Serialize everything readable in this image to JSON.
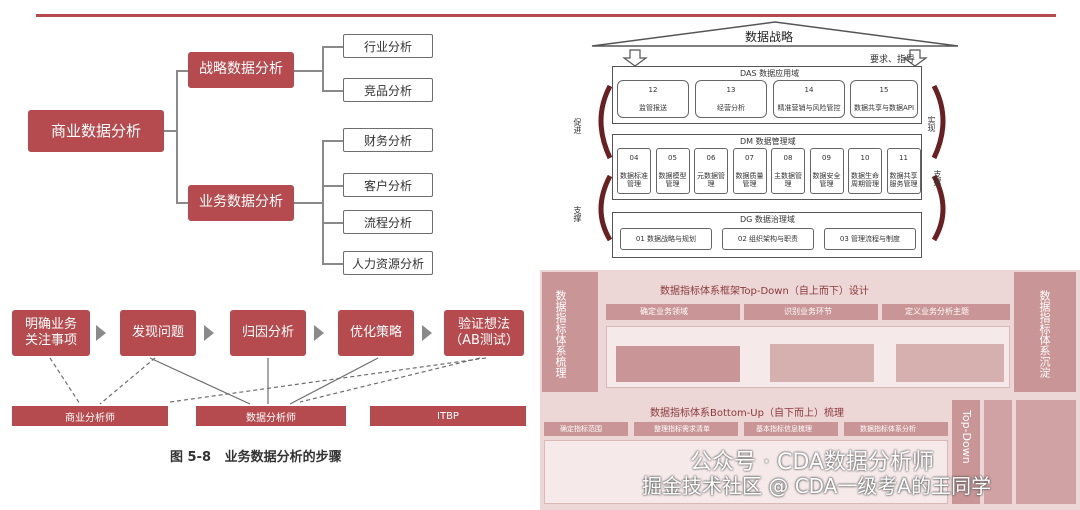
{
  "mindmap": {
    "root": "商业数据分析",
    "strategic": "战略数据分析",
    "business": "业务数据分析",
    "strategic_items": [
      "行业分析",
      "竞品分析"
    ],
    "business_items": [
      "财务分析",
      "客户分析",
      "流程分析",
      "人力资源分析"
    ]
  },
  "steps": [
    "明确业务\n关注事项",
    "发现问题",
    "归因分析",
    "优化策略",
    "验证想法\n（AB测试）"
  ],
  "roles": [
    "商业分析师",
    "数据分析师",
    "ITBP"
  ],
  "caption": "图 5-8   业务数据分析的步骤",
  "data_strategy": {
    "title": "数据战略",
    "req": "要求、指导",
    "das_title": "DAS 数据应用域",
    "das_items": [
      {
        "num": "12",
        "label": "监管报送"
      },
      {
        "num": "13",
        "label": "经营分析"
      },
      {
        "num": "14",
        "label": "精准营销与风险管控"
      },
      {
        "num": "15",
        "label": "数据共享与数据API"
      }
    ],
    "dm_title": "DM 数据管理域",
    "dm_items": [
      {
        "num": "04",
        "label": "数据标准\n管理"
      },
      {
        "num": "05",
        "label": "数据模型\n管理"
      },
      {
        "num": "06",
        "label": "元数据管\n理"
      },
      {
        "num": "07",
        "label": "数据质量\n管理"
      },
      {
        "num": "08",
        "label": "主数据管\n理"
      },
      {
        "num": "09",
        "label": "数据安全\n管理"
      },
      {
        "num": "10",
        "label": "数据生命\n周期管理"
      },
      {
        "num": "11",
        "label": "数据共享\n服务管理"
      }
    ],
    "dg_title": "DG 数据治理域",
    "dg_items": [
      "01 数据战略与规划",
      "02 组织架构与职责",
      "03 管理流程与制度"
    ],
    "side_left": [
      "促进",
      "支撑"
    ],
    "side_right": [
      "实现",
      "支撑"
    ]
  },
  "framework": {
    "left_side": "数据指标体系梳理",
    "right_side": "数据指标体系沉淀",
    "topdown_title": "数据指标体系框架Top-Down（自上而下）设计",
    "topdown_tabs": [
      "确定业务领域",
      "识别业务环节",
      "定义业务分析主题"
    ],
    "bottomup_title": "数据指标体系Bottom-Up（自下而上）梳理",
    "bottomup_tabs": [
      "确定指标范围",
      "整理指标需求清单",
      "基本指标信息梳理",
      "数据指标体系分析"
    ],
    "topdown_side": "Top-Down"
  },
  "watermark": {
    "line1": "公众号 · CDA数据分析师",
    "line2": "掘金技术社区 @ CDA一级考A的王同学"
  }
}
